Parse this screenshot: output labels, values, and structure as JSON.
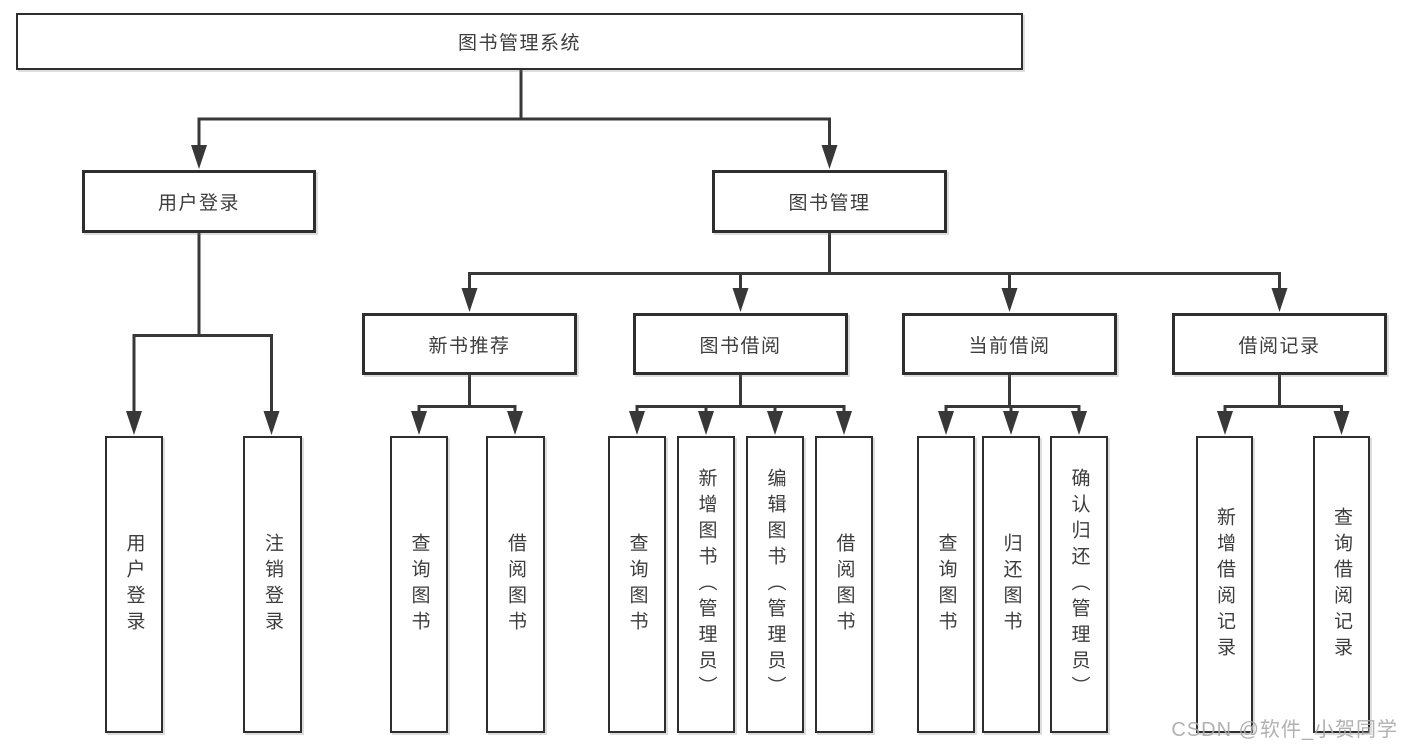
{
  "diagram_title": "图书管理系统",
  "tree": {
    "label": "图书管理系统",
    "children": [
      {
        "label": "用户登录",
        "children": [
          {
            "label": "用户登录"
          },
          {
            "label": "注销登录"
          }
        ]
      },
      {
        "label": "图书管理",
        "children": [
          {
            "label": "新书推荐",
            "children": [
              {
                "label": "查询图书"
              },
              {
                "label": "借阅图书"
              }
            ]
          },
          {
            "label": "图书借阅",
            "children": [
              {
                "label": "查询图书"
              },
              {
                "label": "新增图书（管理员）"
              },
              {
                "label": "编辑图书（管理员）"
              },
              {
                "label": "借阅图书"
              }
            ]
          },
          {
            "label": "当前借阅",
            "children": [
              {
                "label": "查询图书"
              },
              {
                "label": "归还图书"
              },
              {
                "label": "确认归还（管理员）"
              }
            ]
          },
          {
            "label": "借阅记录",
            "children": [
              {
                "label": "新增借阅记录"
              },
              {
                "label": "查询借阅记录"
              }
            ]
          }
        ]
      }
    ]
  },
  "watermark": "CSDN @软件_小贺同学",
  "colors": {
    "background": "#ffffff",
    "box_border": "#2e2e2e",
    "connector_line": "#383838",
    "text": "#3d3d3d",
    "watermark": "#a9a9a9"
  }
}
